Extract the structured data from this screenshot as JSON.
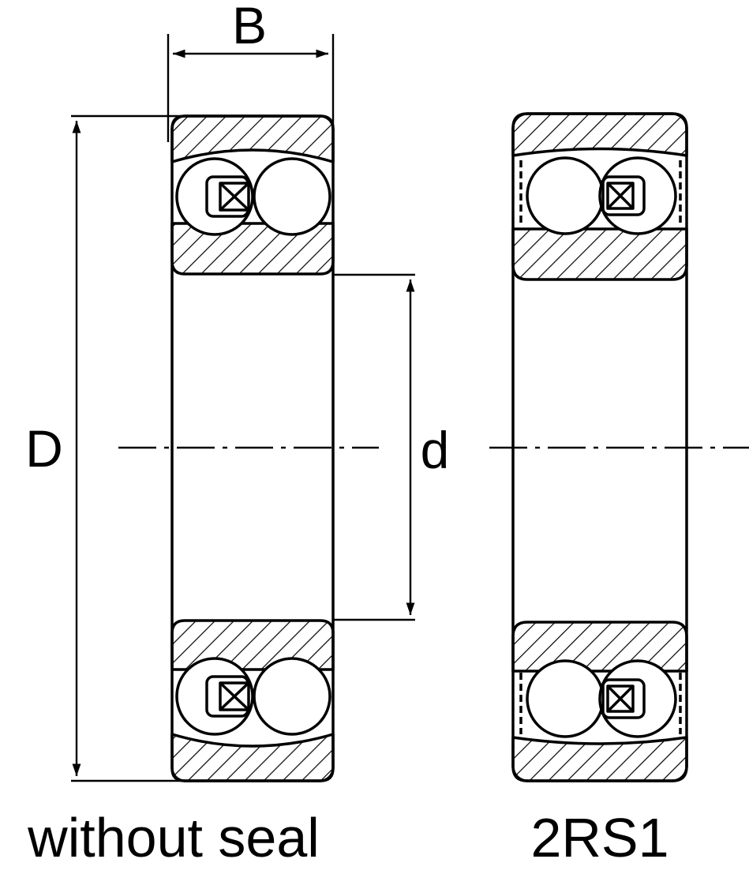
{
  "labels": {
    "width": "B",
    "outer_diameter": "D",
    "bore": "d"
  },
  "captions": {
    "left": "without seal",
    "right": "2RS1"
  },
  "colors": {
    "ink": "#000000",
    "background": "#ffffff"
  }
}
